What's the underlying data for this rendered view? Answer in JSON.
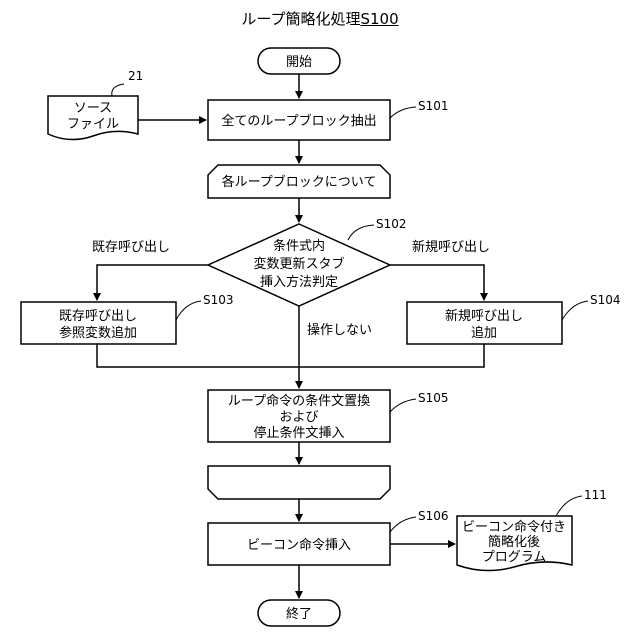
{
  "title": {
    "text": "ループ簡略化処理",
    "ref": "S100"
  },
  "nodes": {
    "start": "開始",
    "source_l1": "ソース",
    "source_l2": "ファイル",
    "source_ref": "21",
    "extract": "全てのループブロック抽出",
    "extract_ref": "S101",
    "loop_each": "各ループブロックについて",
    "decision_l1": "条件式内",
    "decision_l2": "変数更新スタブ",
    "decision_l3": "挿入方法判定",
    "decision_ref": "S102",
    "branch_left": "既存呼び出し",
    "branch_right": "新規呼び出し",
    "branch_mid": "操作しない",
    "left_box_l1": "既存呼び出し",
    "left_box_l2": "参照変数追加",
    "left_ref": "S103",
    "right_box_l1": "新規呼び出し",
    "right_box_l2": "追加",
    "right_ref": "S104",
    "replace_l1": "ループ命令の条件文置換",
    "replace_l2": "および",
    "replace_l3": "停止条件文挿入",
    "replace_ref": "S105",
    "beacon": "ビーコン命令挿入",
    "beacon_ref": "S106",
    "output_l1": "ビーコン命令付き",
    "output_l2": "簡略化後",
    "output_l3": "プログラム",
    "output_ref": "111",
    "end": "終了"
  }
}
